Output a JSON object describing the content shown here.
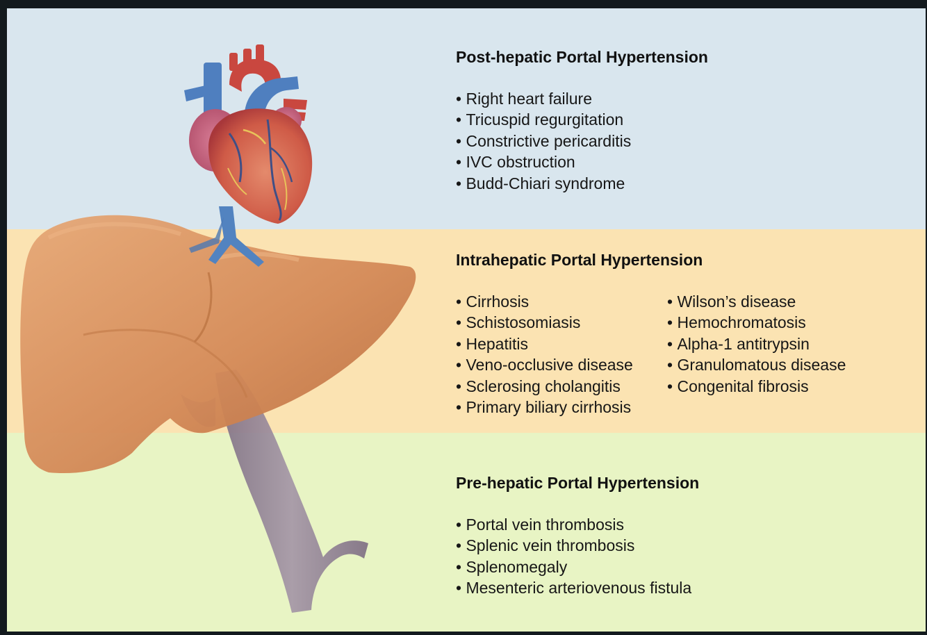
{
  "colors": {
    "post_band": "#d9e6ee",
    "intra_band": "#fbe3b2",
    "pre_band": "#e8f4c4",
    "frame_border": "#131a1e",
    "liver": "#d89160",
    "heart": "#c9473f",
    "vein": "#4f7fbf",
    "portal_vein": "#8f7f95"
  },
  "post": {
    "title": "Post-hepatic Portal Hypertension",
    "items": [
      "Right heart failure",
      "Tricuspid regurgitation",
      "Constrictive pericarditis",
      "IVC obstruction",
      "Budd-Chiari syndrome"
    ]
  },
  "intra": {
    "title": "Intrahepatic Portal Hypertension",
    "col1": [
      "Cirrhosis",
      "Schistosomiasis",
      "Hepatitis",
      "Veno-occlusive disease",
      "Sclerosing cholangitis",
      "Primary biliary cirrhosis"
    ],
    "col2": [
      "Wilson’s disease",
      "Hemochromatosis",
      "Alpha-1 antitrypsin",
      "Granulomatous disease",
      "Congenital fibrosis"
    ]
  },
  "pre": {
    "title": "Pre-hepatic Portal Hypertension",
    "items": [
      "Portal vein thrombosis",
      "Splenic vein thrombosis",
      "Splenomegaly",
      "Mesenteric arteriovenous fistula"
    ]
  }
}
